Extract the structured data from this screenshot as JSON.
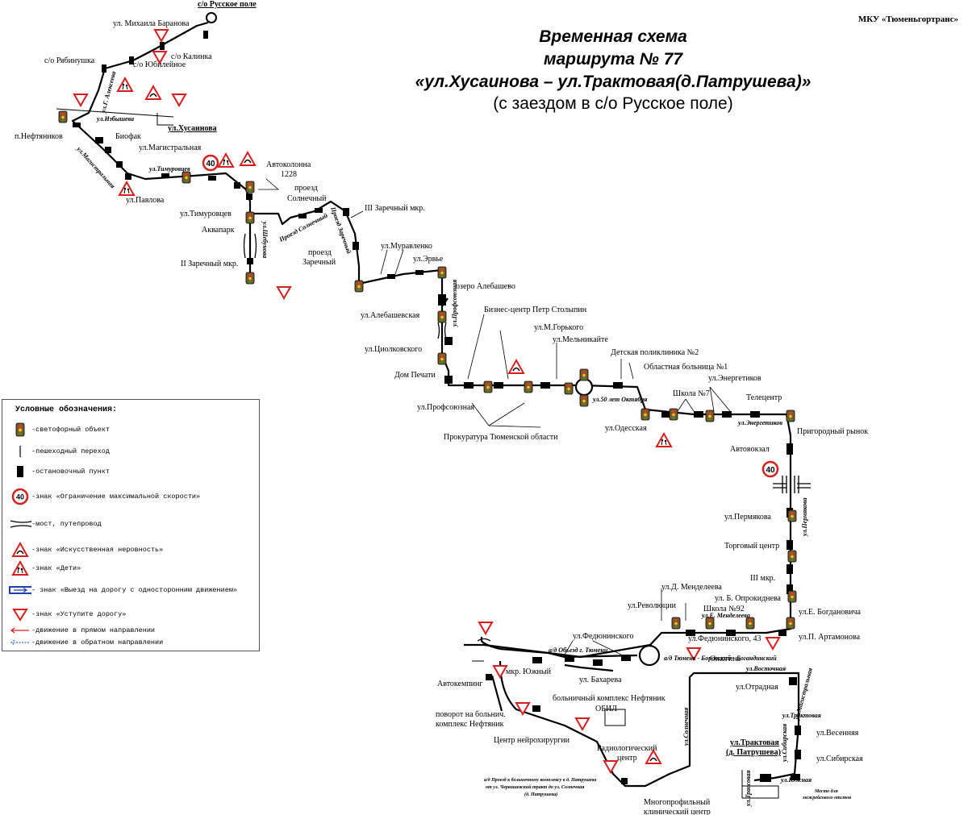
{
  "header": {
    "organization": "МКУ «Тюменьгортранс»",
    "title_line1": "Временная схема",
    "title_line2": "маршрута № 77",
    "title_line3": "«ул.Хусаинова – ул.Трактовая(д.Патрушева)»",
    "subtitle": "(с заездом в с/о Русское поле)"
  },
  "speed_limit_value": "40",
  "stops": {
    "russkoe_pole": "с/о Русское поле",
    "baranova": "ул. Михаила Баранова",
    "kalinka": "с/о Калинка",
    "ryabinushka": "с/о Рябинушка",
    "yubileynoe": "с/о Юбилейное",
    "khusainova": "ул.Хусаинова",
    "neftyanikov": "п.Нефтяников",
    "biofak": "Биофак",
    "magistralnaya": "ул.Магистральная",
    "avtokolonna": "Автоколонна",
    "avtokolonna_num": "1228",
    "pavlova": "ул.Павлова",
    "solnechny": "проезд",
    "solnechny2": "Солнечный",
    "timurovtsev": "ул.Тимуровцев",
    "zarechny3": "III Заречный мкр.",
    "akvapark": "Аквапарк",
    "zarechny_pr": "проезд",
    "zarechny_pr2": "Заречный",
    "muravlenko": "ул.Муравленко",
    "zarechny2": "II Заречный мкр.",
    "ervye": "ул.Эрвье",
    "alebashevo": "озеро Алебашево",
    "alebashevskaya": "ул.Алебашевская",
    "stolypin": "Бизнес-центр Петр Столыпин",
    "gorkogo": "ул.М.Горького",
    "tsiolkovskogo": "ул.Циолковского",
    "melnikayte": "ул.Мельникайте",
    "detskaya": "Детская поликлиника №2",
    "dom_pechati": "Дом Печати",
    "oblastnaya": "Областная больница №1",
    "energetikov": "ул.Энергетиков",
    "profsoyuznaya": "ул.Профсоюзная",
    "shkola7": "Школа №7",
    "teletsentr": "Телецентр",
    "odesskaya": "ул.Одесская",
    "prigorodny": "Пригородный рынок",
    "prokuratura": "Прокуратура Тюменской области",
    "avtovokzal": "Автовокзал",
    "permyakova": "ул.Пермякова",
    "torgovy": "Торговый центр",
    "mkr3": "III мкр.",
    "mendeleeva": "ул.Д. Менделеева",
    "revolyutsii": "ул.Революции",
    "oprokidneva": "ул. Б. Опрокиднева",
    "shkola92": "Школа №92",
    "bogdanovicha": "ул.Е. Богдановича",
    "fedyuninskogo": "ул.Федюнинского",
    "fedyuninskogo43": "ул.Федюнинского, 43",
    "artamonova": "ул.П. Артамонова",
    "yuzhny": "мкр. Южный",
    "ozhogina": "Ожогина",
    "bakhareva": "ул. Бахарева",
    "avtokemping": "Автокемпинг",
    "otradnaya": "ул.Отрадная",
    "neftyanik_complex": "больничный комплекс Нефтяник",
    "obil": "ОБИЛ",
    "povorot1": "поворот на больнич.",
    "povorot2": "комплекс Нефтяник",
    "vesennyaya": "ул.Весенняя",
    "neyrokhirurgii": "Центр нейрохирургии",
    "radiolog1": "Радиологический",
    "radiolog2": "центр",
    "traktovaya1": "ул.Трактовая",
    "traktovaya2": "(д. Патрушева)",
    "sibirskaya": "ул.Сибирская",
    "mnogoprofilny1": "Многопрофильный",
    "mnogoprofilny2": "клинический центр"
  },
  "streets": {
    "izbysheva": "ул.Избышева",
    "alekseeva": "ул.Г. Алексеева",
    "magistralnaya": "ул.Магистральная",
    "timurovtsev": "ул.Тимуровцев",
    "sheshukova": "ул.Шебунова",
    "pr_solnechny": "Проезд Солнечный",
    "pr_zarechny": "Проезд Заречный",
    "profsoyuznaya": "ул.Профсоюзная",
    "50_let": "ул.50 лет Октября",
    "energetikov": "ул.Энергетиков",
    "permyakova": "ул.Пермякова",
    "mendeleeva": "ул.Д. Менделеева",
    "e_mendeleeva": "ул.Е. Менделеева",
    "obiezd": "а/д Объезд г. Тюмени",
    "tyumen_borovsky": "а/д Тюмень - Боровский - Богандинский",
    "vostochnaya": "ул.Восточная",
    "solnechnaya": "ул.Солнечная",
    "magistralnaya2": "ул.Магистральная",
    "traktovaya": "ул.Трактовая",
    "sibirskaya": "ул.Сибирская",
    "yuzhnaya": "ул.Южная",
    "trassovaya": "ул.Трассовая",
    "proezd_note1": "а/д Проезд к больничному комплексу в д. Патрушева",
    "proezd_note2": "от ул. Червишевский тракт до ул. Солнечная",
    "proezd_note3": "(д. Патрушева)",
    "parking_note1": "Место для",
    "parking_note2": "межрейсового отстоя"
  },
  "legend": {
    "title": "Условные обозначения:",
    "items": [
      {
        "icon": "traffic-light-icon",
        "label": "-светофорный объект"
      },
      {
        "icon": "crosswalk-icon",
        "label": "-пешеходный переход"
      },
      {
        "icon": "bus-stop-icon",
        "label": "-остановочный пункт"
      },
      {
        "icon": "speed-limit-icon",
        "label": "-знак «Ограничение максимальной скорости»"
      },
      {
        "icon": "bridge-icon",
        "label": "-мост, путепровод"
      },
      {
        "icon": "speed-bump-sign-icon",
        "label": "-знак «Искусственная неровность»"
      },
      {
        "icon": "children-sign-icon",
        "label": "-знак «Дети»"
      },
      {
        "icon": "one-way-exit-icon",
        "label": "- знак «Выезд на дорогу с односторонним движением»"
      },
      {
        "icon": "yield-sign-icon",
        "label": "-знак «Уступите дорогу»"
      },
      {
        "icon": "forward-arrow-icon",
        "label": "-движение в прямом направлении"
      },
      {
        "icon": "reverse-arrow-icon",
        "label": "-движение в обратном направлении"
      }
    ]
  },
  "colors": {
    "route": "#000000",
    "sign_red": "#d81e1e",
    "reverse_blue": "#3b6fc9",
    "one_way_blue": "#1f3fb0",
    "light_yellow": "#f0c419"
  }
}
